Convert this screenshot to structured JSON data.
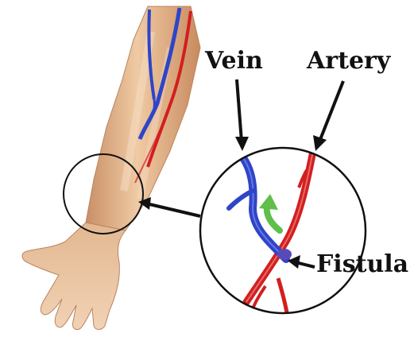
{
  "labels": {
    "vein": "Vein",
    "artery": "Artery",
    "fistula": "Fistula"
  },
  "colors": {
    "vein": "#2f45c8",
    "artery": "#d21f1f",
    "skin": "#e8bf98",
    "flow_arrow": "#5fbf4a",
    "outline": "#111111"
  },
  "icons": {
    "flow": "curved-arrow-icon"
  }
}
